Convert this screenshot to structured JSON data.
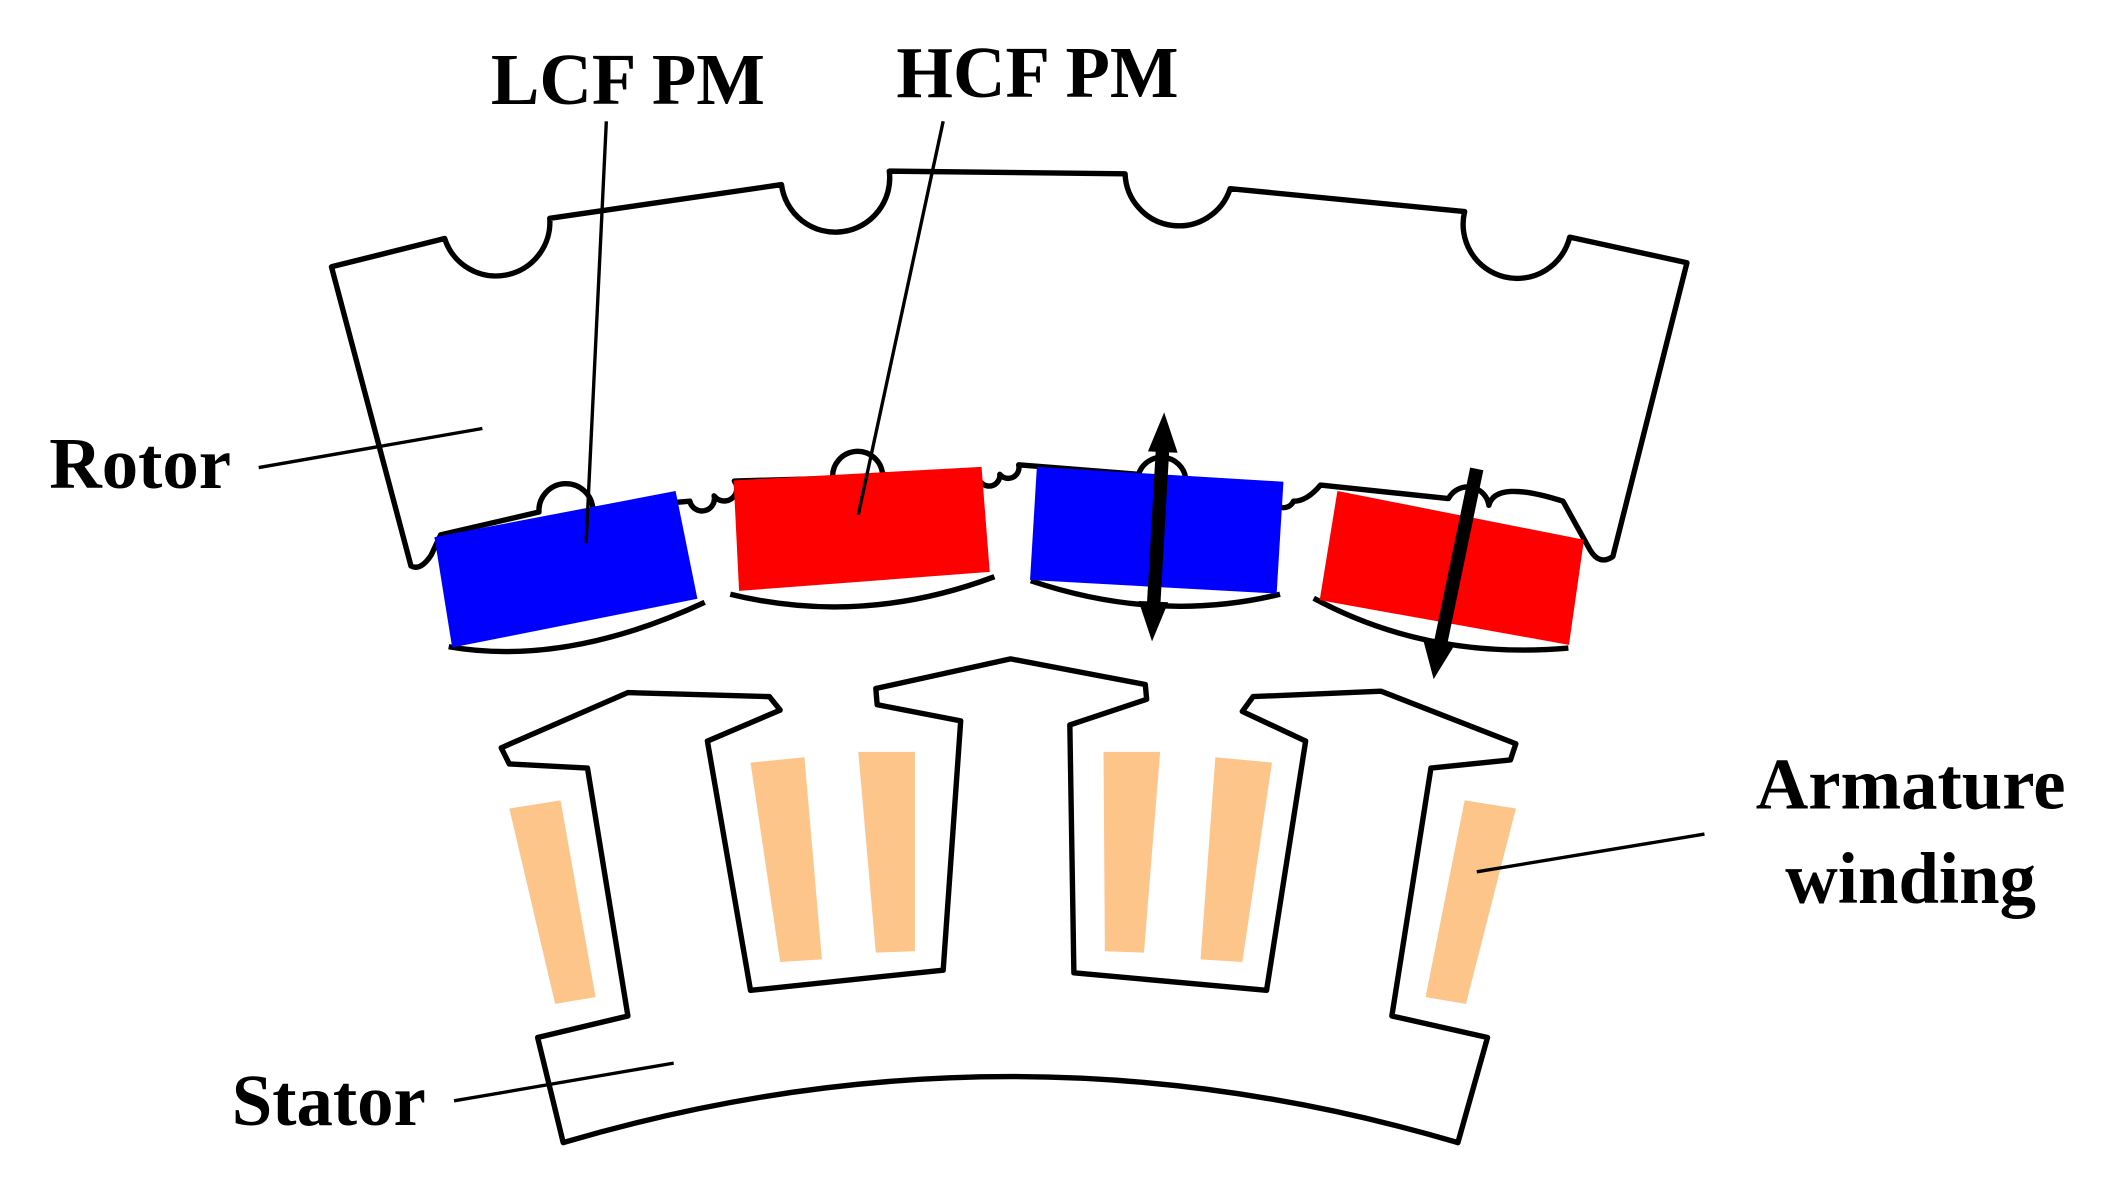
{
  "labels": {
    "lcf_pm": "LCF PM",
    "hcf_pm": "HCF PM",
    "rotor": "Rotor",
    "armature_line1": "Armature",
    "armature_line2": "winding",
    "stator": "Stator"
  },
  "colors": {
    "lcf_magnet": "#0000ff",
    "hcf_magnet": "#ff0000",
    "winding": "#fdc58a",
    "outline": "#000000",
    "background": "#ffffff"
  }
}
